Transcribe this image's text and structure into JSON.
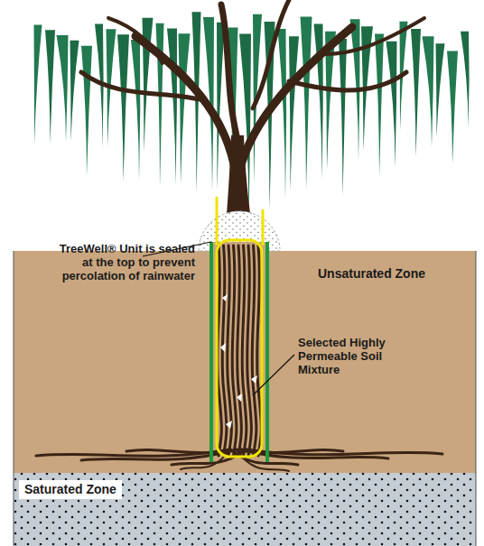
{
  "diagram": {
    "nodes": [
      {
        "text": [
          "Unsaturated Zone"
        ]
      },
      {
        "text": [
          "Saturated Zone"
        ]
      }
    ],
    "labels": [
      "TreeWell® Unit is sealed at the top to prevent percolation of rainwater",
      "Selected Highly Permeable Soil Mixture"
    ]
  }
}
